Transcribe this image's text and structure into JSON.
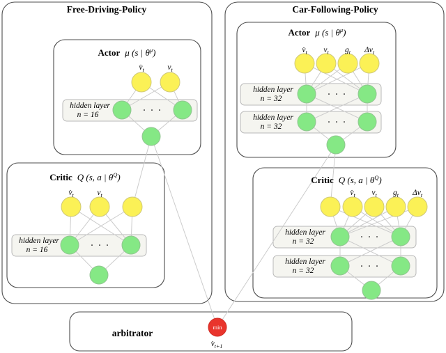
{
  "diagram": {
    "free_driving": {
      "title": "Free-Driving-Policy",
      "actor": {
        "label": "Actor",
        "formula": {
          "pre": "μ (s | θ",
          "sup": "μ",
          "post": ")"
        },
        "inputs": [
          {
            "b": "v̇",
            "s": "t"
          },
          {
            "b": "v",
            "s": "t"
          }
        ],
        "hidden": {
          "l1": "hidden layer",
          "l2": "n = 16"
        },
        "dots": "· · ·"
      },
      "critic": {
        "label": "Critic",
        "formula": {
          "pre": "Q (s, a | θ",
          "sup": "Q",
          "post": ")"
        },
        "inputs": [
          {
            "b": "v̇",
            "s": "t"
          },
          {
            "b": "v",
            "s": "t"
          }
        ],
        "hidden": {
          "l1": "hidden layer",
          "l2": "n = 16"
        },
        "dots": "· · ·"
      }
    },
    "car_following": {
      "title": "Car-Following-Policy",
      "actor": {
        "label": "Actor",
        "formula": {
          "pre": "μ (s | θ",
          "sup": "μ",
          "post": ")"
        },
        "inputs": [
          {
            "b": "v̇",
            "s": "t"
          },
          {
            "b": "v",
            "s": "t"
          },
          {
            "b": "g",
            "s": "t"
          },
          {
            "b": "Δv",
            "s": "t"
          }
        ],
        "hidden1": {
          "l1": "hidden layer",
          "l2": "n = 32"
        },
        "hidden2": {
          "l1": "hidden layer",
          "l2": "n = 32"
        },
        "dots": "· · ·"
      },
      "critic": {
        "label": "Critic",
        "formula": {
          "pre": "Q (s, a | θ",
          "sup": "Q",
          "post": ")"
        },
        "inputs": [
          {
            "b": "v̇",
            "s": "t"
          },
          {
            "b": "v",
            "s": "t"
          },
          {
            "b": "g",
            "s": "t"
          },
          {
            "b": "Δv",
            "s": "t"
          }
        ],
        "hidden1": {
          "l1": "hidden layer",
          "l2": "n = 32"
        },
        "hidden2": {
          "l1": "hidden layer",
          "l2": "n = 32"
        },
        "dots": "· · ·"
      }
    },
    "arbitrator": {
      "label": "arbitrator",
      "min_label": "min",
      "output": {
        "b": "v̇",
        "s": "t+1"
      }
    },
    "colors": {
      "input_node": "#fbf156",
      "hidden_node": "#85e885",
      "min_node": "#e9342c",
      "edge": "#cccccc",
      "box_border": "#4d4d4d",
      "hidden_box_fill": "#f5f5f0"
    }
  }
}
